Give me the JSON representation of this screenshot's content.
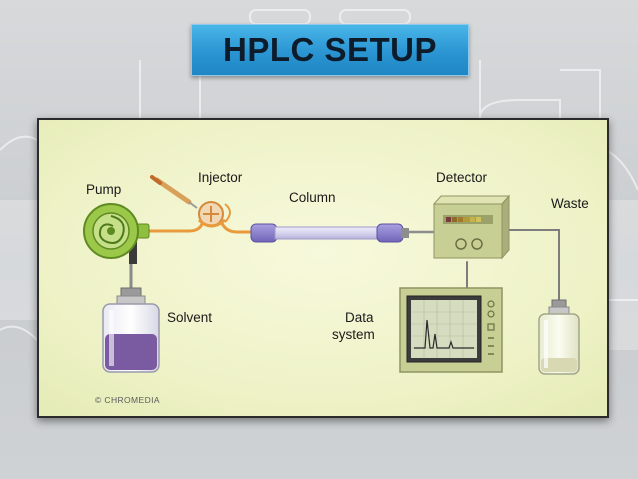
{
  "slide": {
    "title": "HPLC SETUP"
  },
  "diagram": {
    "labels": {
      "pump": "Pump",
      "injector": "Injector",
      "column": "Column",
      "detector": "Detector",
      "waste": "Waste",
      "solvent": "Solvent",
      "data_system_line1": "Data",
      "data_system_line2": "system"
    },
    "credit": "© CHROMEDIA",
    "colors": {
      "panel_background": "#f4f6d4",
      "tubing": "#e89a3c",
      "solvent_liquid": "#7a5aa0",
      "pump_green": "#9cc84a",
      "column_tube": "#dcd9ef",
      "instrument_body": "#c8cf95"
    }
  }
}
